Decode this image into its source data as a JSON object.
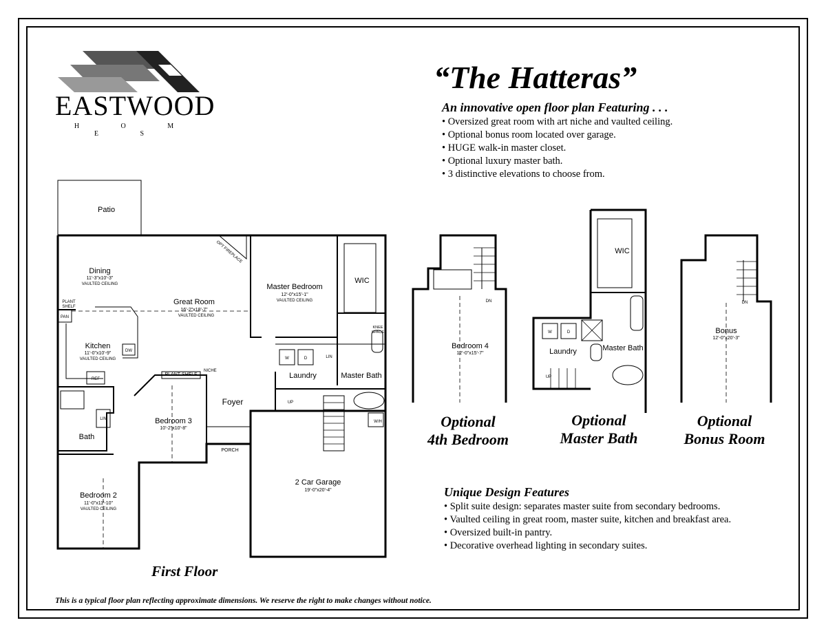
{
  "brand": {
    "name": "EASTWOOD",
    "tagline": "H O M E S"
  },
  "title": "“The Hatteras”",
  "features": {
    "heading": "An innovative open floor plan Featuring . . .",
    "items": [
      "• Oversized great room with art niche and vaulted ceiling.",
      "• Optional bonus room located over garage.",
      "• HUGE walk-in master closet.",
      "• Optional luxury master bath.",
      "• 3 distinctive elevations to choose from."
    ]
  },
  "unique_features": {
    "heading": "Unique Design Features",
    "items": [
      "• Split suite design: separates master suite from secondary bedrooms.",
      "• Vaulted ceiling in great room, master suite, kitchen and breakfast area.",
      "• Oversized built-in pantry.",
      "• Decorative overhead lighting in secondary suites."
    ]
  },
  "first_floor": {
    "caption": "First Floor",
    "rooms": {
      "patio": "Patio",
      "dining": {
        "name": "Dining",
        "dims": "11'-3\"x10'-3\"",
        "note": "VAULTED CEILING"
      },
      "great_room": {
        "name": "Great Room",
        "dims": "16'-2\"x18'-7\"",
        "note": "VAULTED CEILING"
      },
      "master_bedroom": {
        "name": "Master Bedroom",
        "dims": "12'-0\"x15'-1\"",
        "note": "VAULTED CEILING"
      },
      "wic": "WIC",
      "kitchen": {
        "name": "Kitchen",
        "dims": "11'-0\"x10'-9\"",
        "note": "VAULTED CEILING"
      },
      "bedroom3": {
        "name": "Bedroom 3",
        "dims": "10'-2\"x10'-8\""
      },
      "bedroom2": {
        "name": "Bedroom 2",
        "dims": "11'-0\"x11'-10\"",
        "note": "VAULTED CEILING"
      },
      "garage": {
        "name": "2 Car Garage",
        "dims": "19'-0\"x20'-4\""
      },
      "foyer": "Foyer",
      "porch": "PORCH",
      "laundry": "Laundry",
      "master_bath": "Master Bath",
      "bath": "Bath"
    },
    "labels": {
      "opt_fireplace": "OPT FIREPLACE",
      "plant_shelf": "PLANT SHELF",
      "plant_shelf_line1": "PLANT",
      "plant_shelf_line2": "SHELF",
      "pan": "PAN",
      "dw": "DW",
      "ref": "REF",
      "lin": "LIN",
      "w": "W",
      "d": "D",
      "niche": "NICHE",
      "knee_space_line1": "KNEE",
      "knee_space_line2": "SPACE",
      "up": "UP",
      "wh": "W/H"
    }
  },
  "optional_4th_bedroom": {
    "caption_line1": "Optional",
    "caption_line2": "4th Bedroom",
    "room": "Bedroom 4",
    "dims": "12'-0\"x15'-7\"",
    "dn": "DN"
  },
  "optional_master_bath": {
    "caption_line1": "Optional",
    "caption_line2": "Master Bath",
    "wic": "WIC",
    "bath": "Master Bath",
    "laundry": "Laundry",
    "w": "W",
    "d": "D",
    "up": "UP"
  },
  "optional_bonus_room": {
    "caption_line1": "Optional",
    "caption_line2": "Bonus Room",
    "room": "Bonus",
    "dims": "12'-0\"x20'-3\"",
    "dn": "DN"
  },
  "disclaimer": "This is a typical floor plan reflecting approximate dimensions.  We reserve the right to make changes without notice."
}
